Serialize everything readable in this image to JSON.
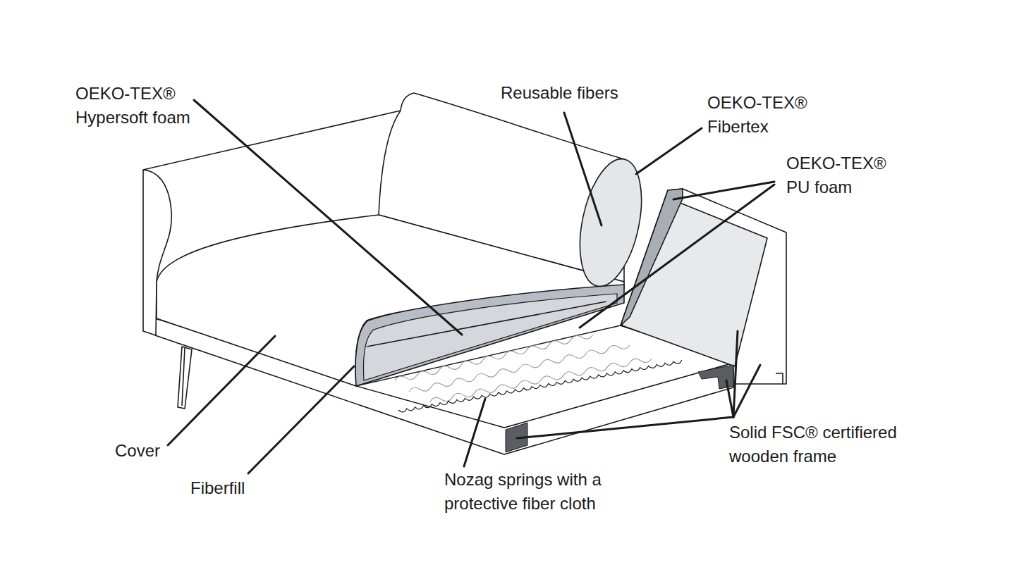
{
  "diagram": {
    "labels": [
      "OEKO-TEX® Hypersoft foam",
      "Reusable fibers",
      "OEKO-TEX® Fibertex",
      "OEKO-TEX® PU foam",
      "Cover",
      "Fiberfill",
      "Nozag springs with a protective fiber cloth",
      "Solid FSC® certifiered wooden frame"
    ]
  }
}
